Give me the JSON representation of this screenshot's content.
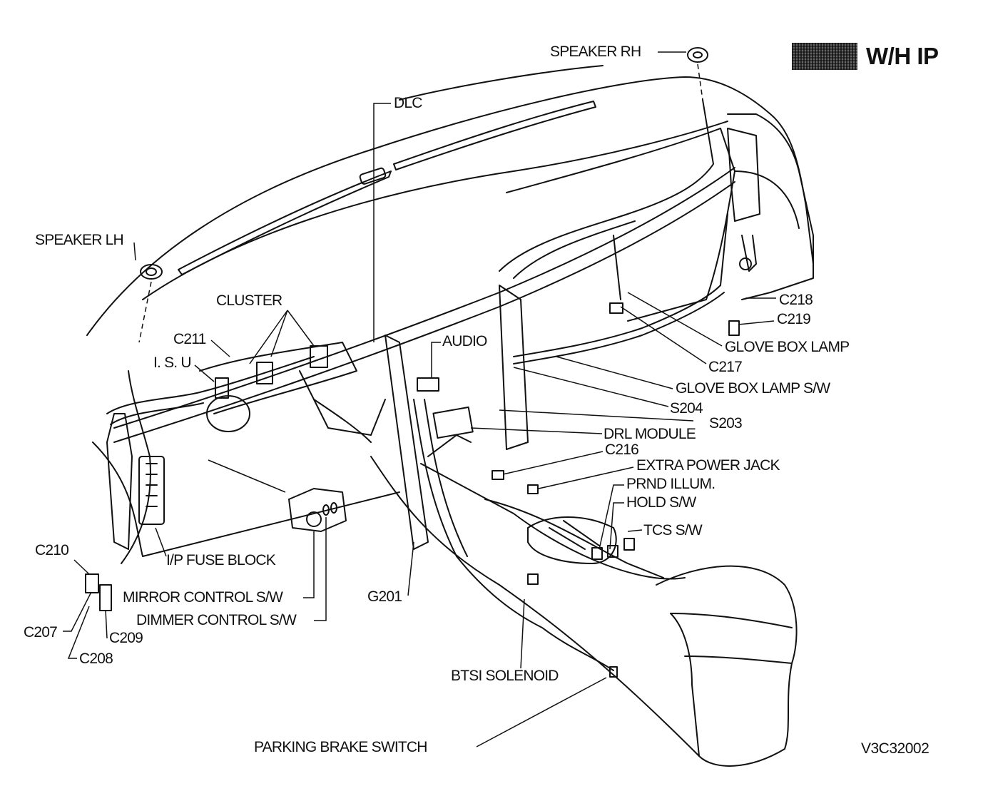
{
  "badge": {
    "text": "W/H IP"
  },
  "figure_code": "V3C32002",
  "labels": {
    "speaker_rh": "SPEAKER RH",
    "dlc": "DLC",
    "speaker_lh": "SPEAKER LH",
    "cluster": "CLUSTER",
    "c211": "C211",
    "isu": "I. S. U",
    "audio": "AUDIO",
    "c218": "C218",
    "c219": "C219",
    "glove_box_lamp": "GLOVE BOX LAMP",
    "c217": "C217",
    "glove_box_lamp_sw": "GLOVE BOX LAMP S/W",
    "s204": "S204",
    "s203": "S203",
    "drl_module": "DRL MODULE",
    "c216": "C216",
    "extra_power_jack": "EXTRA POWER JACK",
    "prnd_illum": "PRND ILLUM.",
    "hold_sw": "HOLD S/W",
    "tcs_sw": "TCS S/W",
    "c210": "C210",
    "ip_fuse_block": "I/P FUSE BLOCK",
    "mirror_control_sw": "MIRROR CONTROL S/W",
    "dimmer_control_sw": "DIMMER CONTROL S/W",
    "g201": "G201",
    "c207": "C207",
    "c209": "C209",
    "c208": "C208",
    "btsi_solenoid": "BTSI SOLENOID",
    "parking_brake_switch": "PARKING BRAKE SWITCH"
  }
}
